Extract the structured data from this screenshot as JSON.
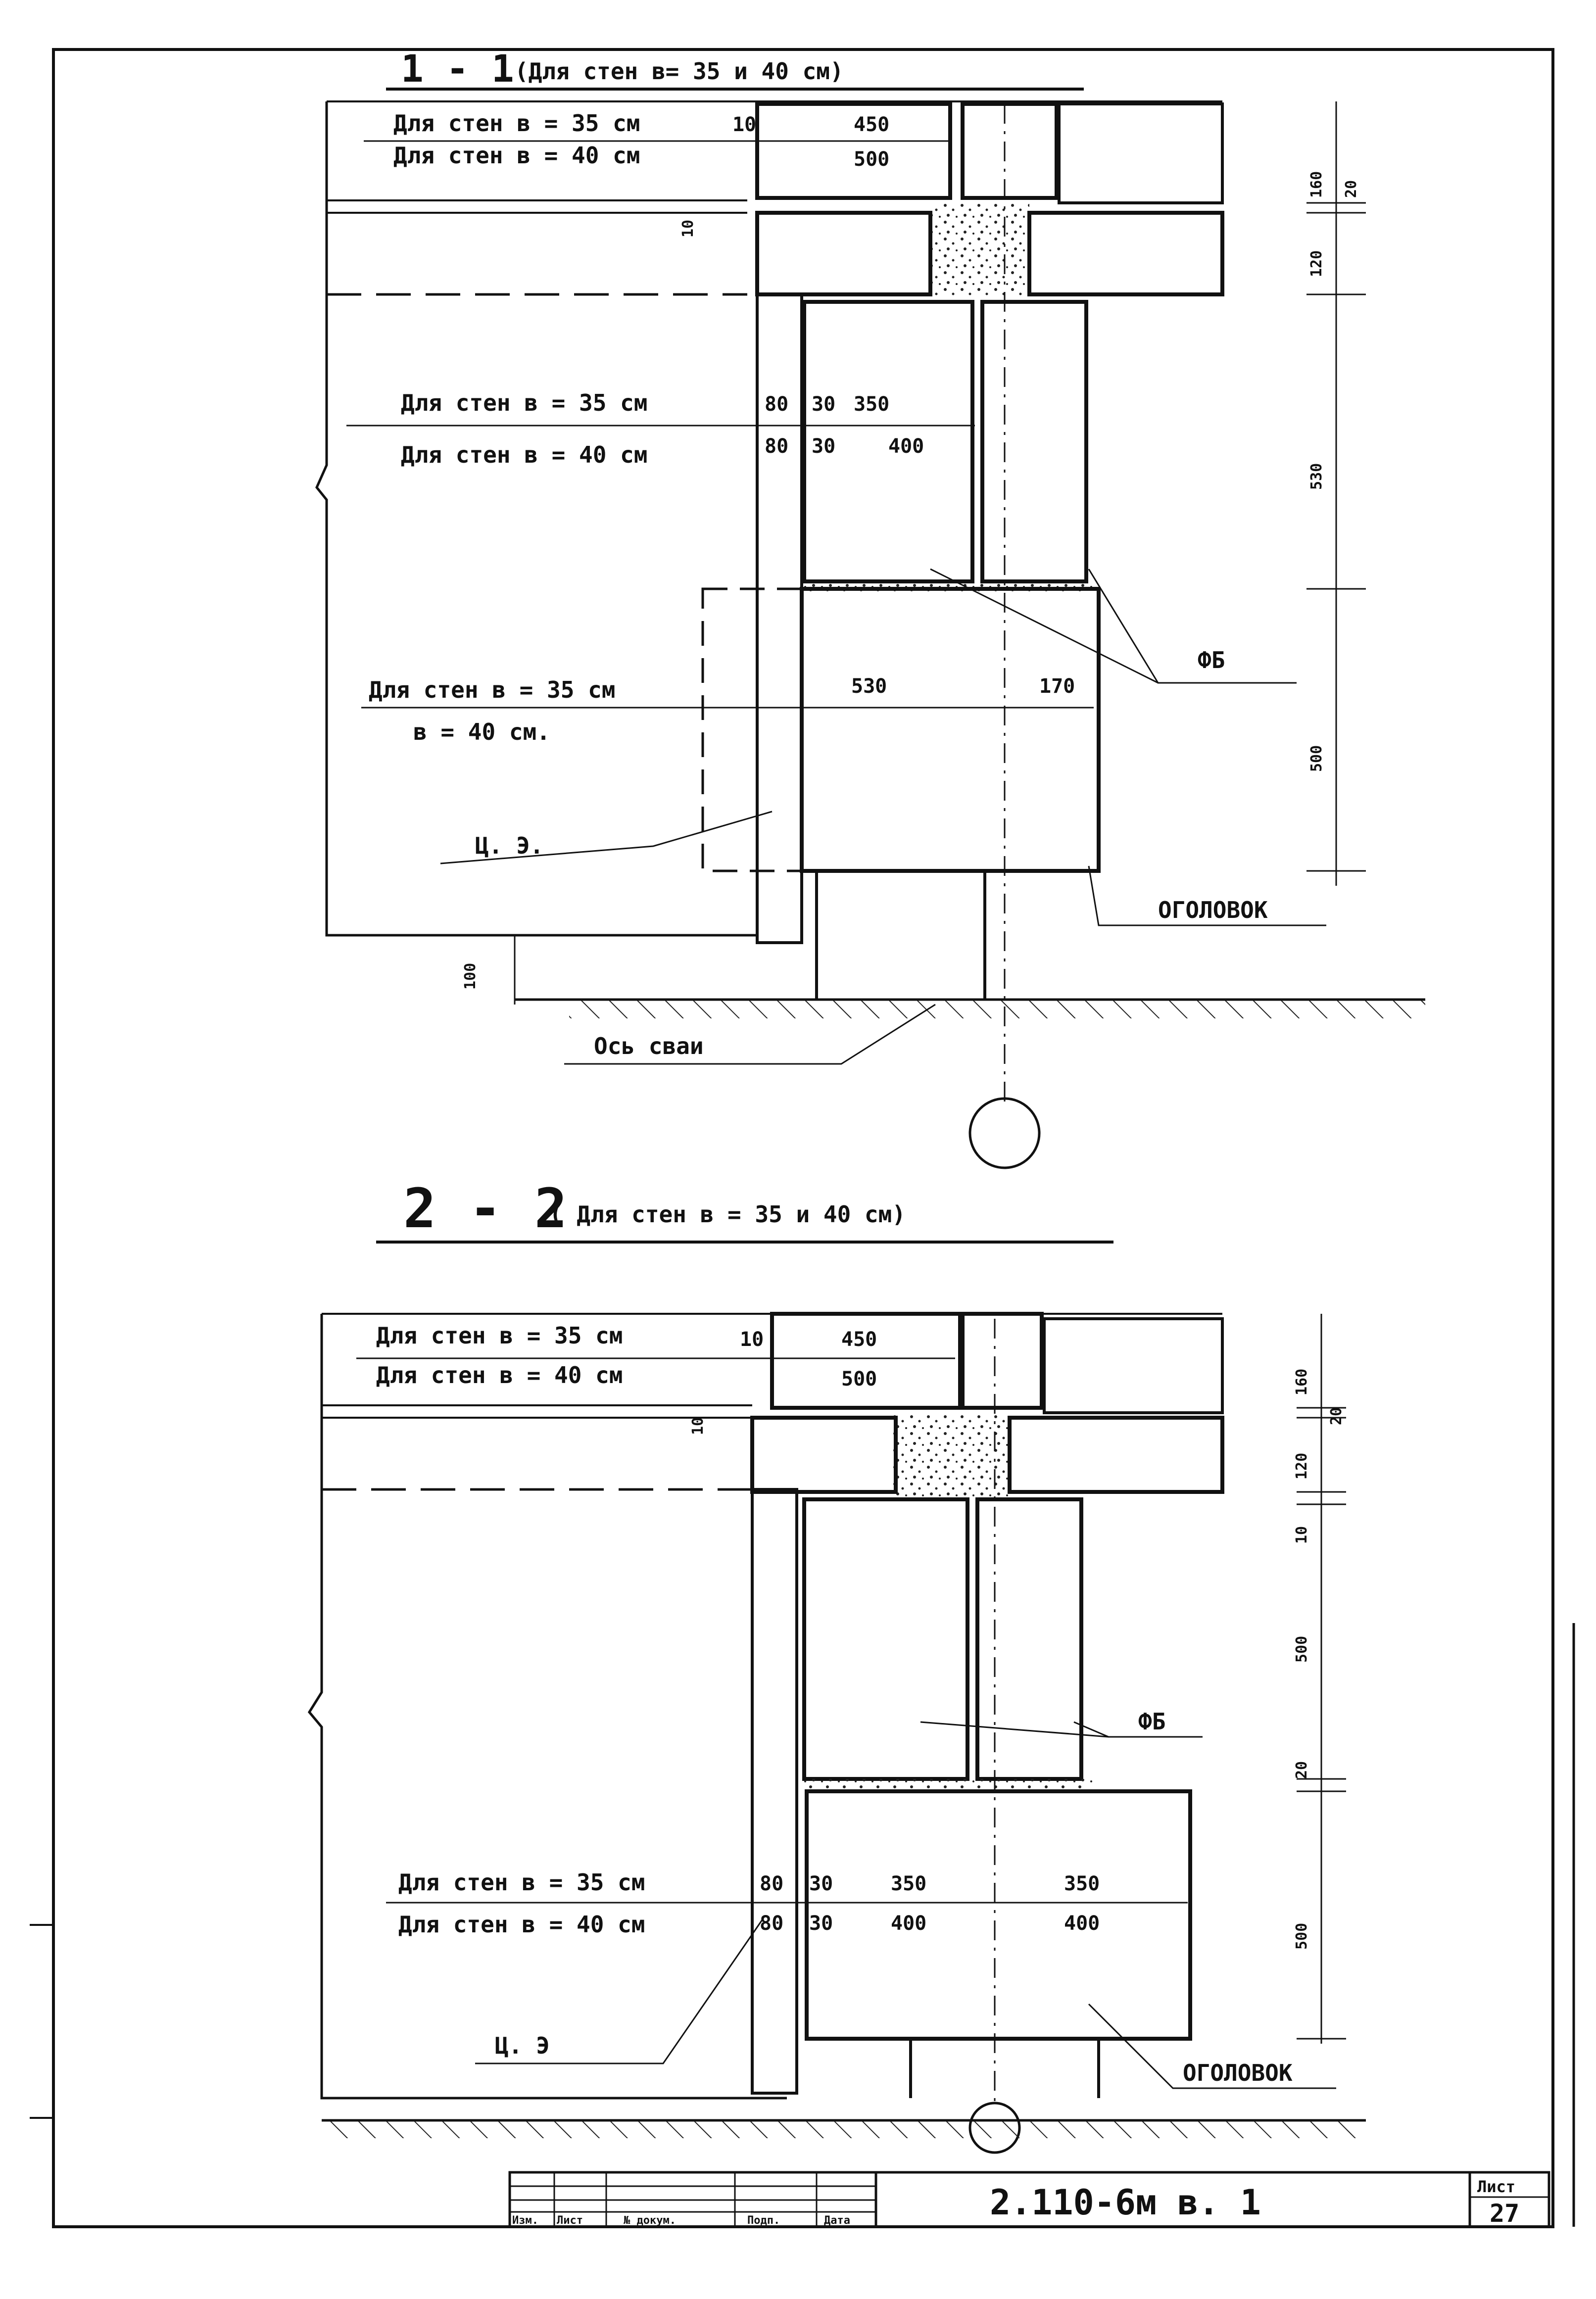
{
  "section_1_1": {
    "number": "1 - 1",
    "caption": "(Для стен  в= 35 и 40 см)",
    "slab_label_35": "Для стен  в = 35 см",
    "slab_label_40": "Для стен  в = 40 см",
    "dim_gap_10": "10",
    "dim_slab_450": "450",
    "dim_slab_500": "500",
    "dim_gap_top_10": "10",
    "wall_label_35": "Для стен  в = 35 см",
    "wall_label_40": "Для стен  в = 40 см",
    "dim_80_a": "80",
    "dim_30_a": "30",
    "dim_350": "350",
    "dim_80_b": "80",
    "dim_30_b": "30",
    "dim_400": "400",
    "cap_label_35": "Для стен в = 35 см",
    "cap_label_40": "в = 40 см.",
    "dim_530_cap": "530",
    "dim_170": "170",
    "fb_label": "ФБ",
    "cz_label": "Ц. Э.",
    "ogolovok_label": "ОГОЛОВОК",
    "pile_axis_label": "Ось сваи",
    "dim_100": "100",
    "v_dim_160": "160",
    "v_dim_20": "20",
    "v_dim_120": "120",
    "v_dim_530": "530",
    "v_dim_500": "500"
  },
  "section_2_2": {
    "number": "2 - 2",
    "caption": "( Для   стен   в = 35 и 40 см)",
    "slab_label_35": "Для стен  в = 35 см",
    "slab_label_40": "Для стен  в = 40 см",
    "dim_gap_10": "10",
    "dim_slab_450": "450",
    "dim_slab_500": "500",
    "dim_gap_top_10": "10",
    "fb_label": "ФБ",
    "wall_label_35": "Для  стен  в = 35 см",
    "wall_label_40": "Для  стен  в = 40 см",
    "dim_80_a": "80",
    "dim_30_a": "30",
    "dim_350_a": "350",
    "dim_350_b": "350",
    "dim_80_b": "80",
    "dim_30_b": "30",
    "dim_400_a": "400",
    "dim_400_b": "400",
    "cz_label": "Ц. Э",
    "ogolovok_label": "ОГОЛОВОК",
    "v_dim_160": "160",
    "v_dim_20": "20",
    "v_dim_120": "120",
    "v_dim_10": "10",
    "v_dim_500_a": "500",
    "v_dim_20_b": "20",
    "v_dim_500_b": "500"
  },
  "title_block": {
    "col_izm": "Изм.",
    "col_list": "Лист",
    "col_doc": "№ докум.",
    "col_sign": "Подп.",
    "col_date": "Дата",
    "doc_code": "2.110-6м   в. 1",
    "sheet_label": "Лист",
    "sheet_number": "27"
  }
}
